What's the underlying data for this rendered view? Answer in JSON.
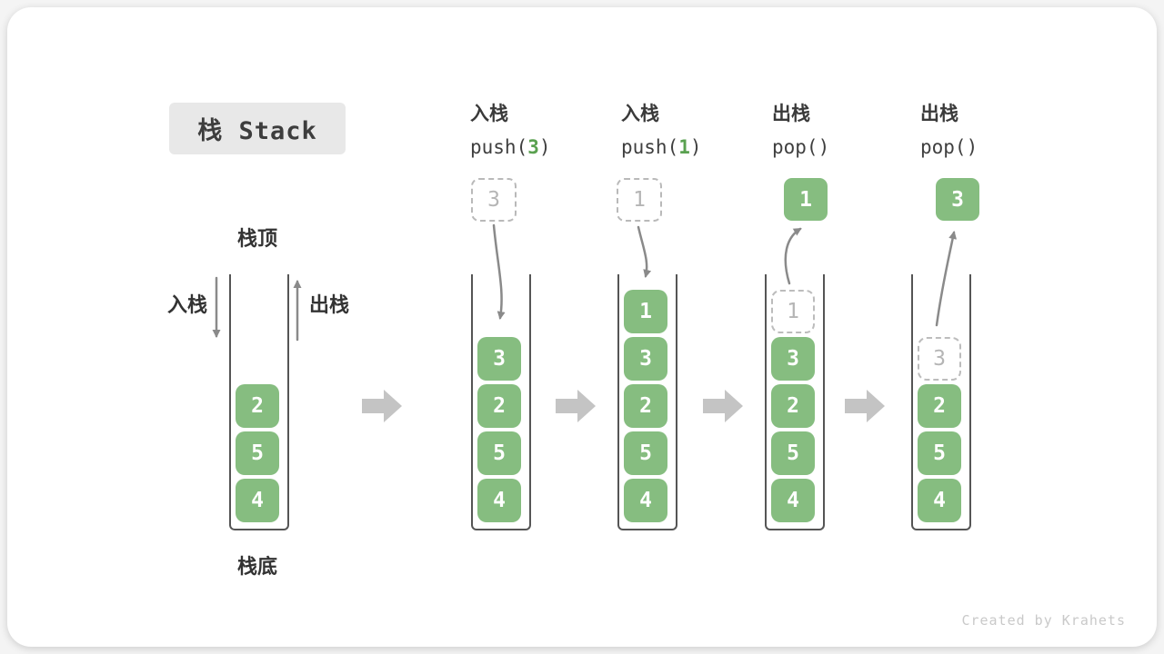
{
  "title": "栈 Stack",
  "footer": "Created by Krahets",
  "colors": {
    "item_green": "#86bd80",
    "arg_green": "#5aa150",
    "ghost_gray": "#b5b5b5",
    "curve_arrow_gray": "#8a8a8a",
    "flow_arrow_gray": "#c4c4c4",
    "title_box_bg": "#e8e8e8"
  },
  "legend": {
    "stack_top": "栈顶",
    "stack_bottom": "栈底",
    "push": "入栈",
    "pop": "出栈"
  },
  "stages": [
    {
      "name": "initial",
      "items": [
        {
          "value": "2",
          "ghost": false
        },
        {
          "value": "5",
          "ghost": false
        },
        {
          "value": "4",
          "ghost": false
        }
      ]
    },
    {
      "name": "push-3",
      "op": {
        "label": "入栈",
        "fn": "push(",
        "arg": "3",
        "end": ")"
      },
      "floating": {
        "value": "3",
        "style": "dashed"
      },
      "items": [
        {
          "value": "3",
          "ghost": false
        },
        {
          "value": "2",
          "ghost": false
        },
        {
          "value": "5",
          "ghost": false
        },
        {
          "value": "4",
          "ghost": false
        }
      ]
    },
    {
      "name": "push-1",
      "op": {
        "label": "入栈",
        "fn": "push(",
        "arg": "1",
        "end": ")"
      },
      "floating": {
        "value": "1",
        "style": "dashed"
      },
      "items": [
        {
          "value": "1",
          "ghost": false
        },
        {
          "value": "3",
          "ghost": false
        },
        {
          "value": "2",
          "ghost": false
        },
        {
          "value": "5",
          "ghost": false
        },
        {
          "value": "4",
          "ghost": false
        }
      ]
    },
    {
      "name": "pop-1",
      "op": {
        "label": "出栈",
        "fn": "pop(",
        "arg": "",
        "end": ")"
      },
      "floating": {
        "value": "1",
        "style": "solid"
      },
      "items": [
        {
          "value": "1",
          "ghost": true
        },
        {
          "value": "3",
          "ghost": false
        },
        {
          "value": "2",
          "ghost": false
        },
        {
          "value": "5",
          "ghost": false
        },
        {
          "value": "4",
          "ghost": false
        }
      ]
    },
    {
      "name": "pop-3",
      "op": {
        "label": "出栈",
        "fn": "pop(",
        "arg": "",
        "end": ")"
      },
      "floating": {
        "value": "3",
        "style": "solid"
      },
      "items": [
        {
          "value": "3",
          "ghost": true
        },
        {
          "value": "2",
          "ghost": false
        },
        {
          "value": "5",
          "ghost": false
        },
        {
          "value": "4",
          "ghost": false
        }
      ]
    }
  ]
}
